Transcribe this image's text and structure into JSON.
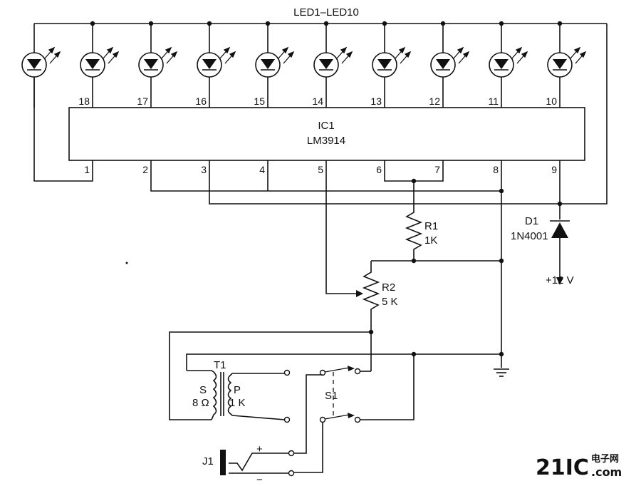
{
  "header": {
    "led_group_label": "LED1–LED10"
  },
  "ic": {
    "ref": "IC1",
    "part": "LM3914",
    "top_pins": [
      "18",
      "17",
      "16",
      "15",
      "14",
      "13",
      "12",
      "11",
      "10"
    ],
    "bottom_pins": [
      "1",
      "2",
      "3",
      "4",
      "5",
      "6",
      "7",
      "8",
      "9"
    ]
  },
  "d1": {
    "ref": "D1",
    "part": "1N4001"
  },
  "supply": {
    "label": "+12 V"
  },
  "r1": {
    "ref": "R1",
    "value": "1K"
  },
  "r2": {
    "ref": "R2",
    "value": "5 K"
  },
  "t1": {
    "ref": "T1",
    "sec": "S",
    "sec_val": "8 Ω",
    "pri": "P",
    "pri_val": "1 K"
  },
  "s1": {
    "ref": "S1"
  },
  "j1": {
    "ref": "J1",
    "plus": "+",
    "minus": "−"
  },
  "watermark": {
    "main": "21IC",
    "sub": "电子网",
    "dom": ".com"
  },
  "colors": {
    "ink": "#111111",
    "watermark": "#c9c9c9"
  }
}
